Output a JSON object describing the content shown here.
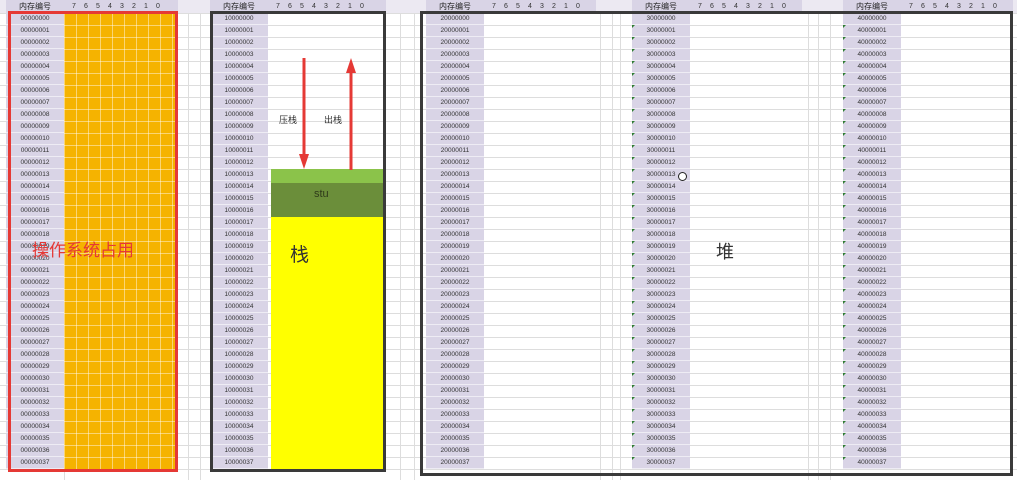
{
  "header": {
    "addr_label": "内存编号",
    "bits": [
      "7",
      "6",
      "5",
      "4",
      "3",
      "2",
      "1",
      "0"
    ]
  },
  "blocks": [
    {
      "prefix": "0000",
      "frame_color": "#e53935",
      "fill": "#f5b300",
      "label": "操作系统占用"
    },
    {
      "prefix": "1000",
      "frame_color": "#3a3a3a",
      "label": "栈"
    },
    {
      "prefix": "2000",
      "frame_color": "#3a3a3a"
    },
    {
      "prefix": "3000",
      "frame_color": "#3a3a3a",
      "label": "堆"
    },
    {
      "prefix": "4000",
      "frame_color": "#3a3a3a"
    }
  ],
  "row_count": 38,
  "stack": {
    "push_label": "压栈",
    "pop_label": "出栈",
    "object_label": "stu",
    "object_color": "#6b8e3a",
    "object_top_color": "#8bc34a",
    "free_color": "#ffff00",
    "arrow_color": "#e53935"
  },
  "colors": {
    "addr_bg": "#d9d4e6",
    "grid": "#dddddd",
    "label_red": "#e53935",
    "label_dark": "#333333"
  }
}
